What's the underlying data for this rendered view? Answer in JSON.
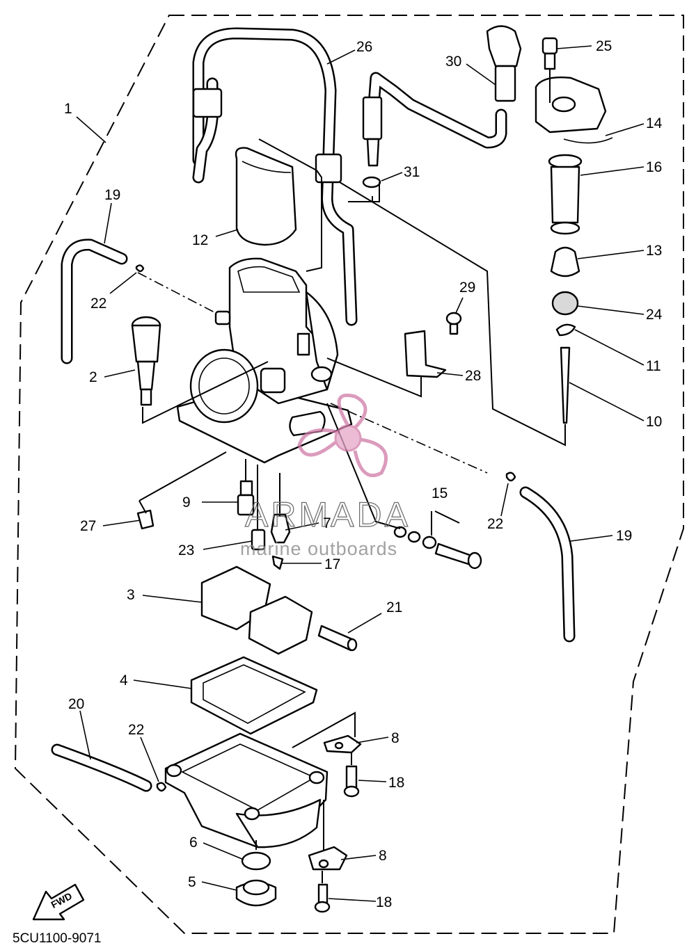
{
  "diagram_code": "5CU1100-9071",
  "fwd_label": "FWD",
  "watermark": {
    "brand": "ARMADA",
    "tagline": "marine outboards",
    "logo_color": "#e6a6c6"
  },
  "callouts": [
    "1",
    "2",
    "3",
    "4",
    "5",
    "6",
    "7",
    "8",
    "8",
    "9",
    "10",
    "11",
    "12",
    "13",
    "14",
    "15",
    "16",
    "17",
    "18",
    "18",
    "19",
    "19",
    "20",
    "21",
    "22",
    "22",
    "22",
    "23",
    "24",
    "25",
    "26",
    "27",
    "28",
    "29",
    "30",
    "31"
  ]
}
